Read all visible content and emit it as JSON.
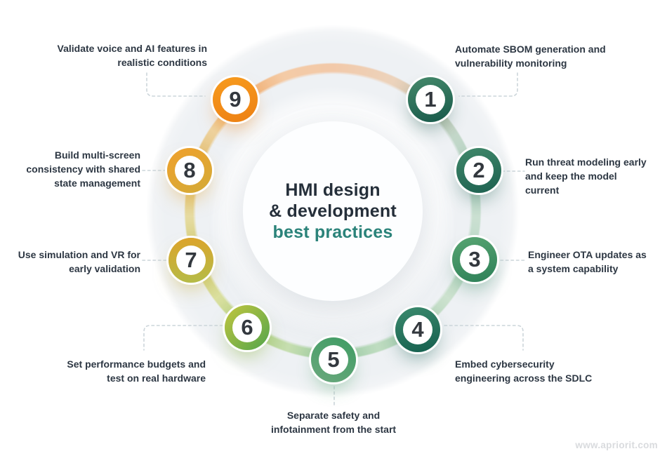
{
  "title": {
    "line1": "HMI design",
    "line2": "& development",
    "line3": "best practices"
  },
  "items": [
    {
      "number": "1",
      "lines": [
        "Automate SBOM generation and",
        "vulnerability monitoring"
      ],
      "ring": {
        "deg": 165,
        "from": "#45896b",
        "to": "#17594a",
        "glow": "rgba(28,92,74,0.45)"
      }
    },
    {
      "number": "2",
      "lines": [
        "Run threat modeling early",
        "and keep the model",
        "current"
      ],
      "ring": {
        "deg": 165,
        "from": "#40886a",
        "to": "#1d6150",
        "glow": "rgba(29,97,80,0.45)"
      }
    },
    {
      "number": "3",
      "lines": [
        "Engineer OTA updates as",
        "a system capability"
      ],
      "ring": {
        "deg": 165,
        "from": "#58a572",
        "to": "#2d8058",
        "glow": "rgba(45,128,88,0.45)"
      }
    },
    {
      "number": "4",
      "lines": [
        "Embed cybersecurity",
        "engineering across the SDLC"
      ],
      "ring": {
        "deg": 165,
        "from": "#3b8a6d",
        "to": "#155f4e",
        "glow": "rgba(21,95,78,0.45)"
      }
    },
    {
      "number": "5",
      "lines": [
        "Separate safety and",
        "infotainment from the start"
      ],
      "ring": {
        "deg": 205,
        "from": "#3f9c63",
        "to": "#6aa87d",
        "glow": "rgba(70,160,100,0.45)"
      }
    },
    {
      "number": "6",
      "lines": [
        "Set performance budgets and",
        "test on real hardware"
      ],
      "ring": {
        "deg": 135,
        "from": "#c2c63e",
        "to": "#53a54c",
        "glow": "rgba(140,180,60,0.5)"
      }
    },
    {
      "number": "7",
      "lines": [
        "Use simulation and VR for",
        "early validation"
      ],
      "ring": {
        "deg": 175,
        "from": "#dda32a",
        "to": "#b4bc48",
        "glow": "rgba(205,175,55,0.5)"
      }
    },
    {
      "number": "8",
      "lines": [
        "Build multi-screen",
        "consistency with shared",
        "state management"
      ],
      "ring": {
        "deg": 150,
        "from": "#f0a02b",
        "to": "#d3ab38",
        "glow": "rgba(228,165,50,0.5)"
      }
    },
    {
      "number": "9",
      "lines": [
        "Validate voice and AI features in",
        "realistic conditions"
      ],
      "ring": {
        "deg": 165,
        "from": "#f79b1e",
        "to": "#ed8013",
        "glow": "rgba(242,137,30,0.5)"
      }
    }
  ],
  "watermark": "www.apriorit.com",
  "colors": {
    "title_dark": "#252f3a",
    "title_accent": "#2b837a",
    "label_text": "#2d3743",
    "number_text": "#33383e",
    "connector": "#ccd5da",
    "outer_circle": "#eef1f4",
    "band_stops": [
      {
        "a": 0,
        "c": "#f2c9a9"
      },
      {
        "a": 25,
        "c": "#ecd3bc"
      },
      {
        "a": 41,
        "c": "#cbc3ae"
      },
      {
        "a": 58,
        "c": "#c4d8ca"
      },
      {
        "a": 74,
        "c": "#b2d2c2"
      },
      {
        "a": 92,
        "c": "#cbe0d2"
      },
      {
        "a": 109,
        "c": "#b8d7c4"
      },
      {
        "a": 127,
        "c": "#cde2cf"
      },
      {
        "a": 144,
        "c": "#aed2b6"
      },
      {
        "a": 162,
        "c": "#bedcc0"
      },
      {
        "a": 180,
        "c": "#97c8a1"
      },
      {
        "a": 198,
        "c": "#c6deb0"
      },
      {
        "a": 216,
        "c": "#abcd7d"
      },
      {
        "a": 233,
        "c": "#dbe0a0"
      },
      {
        "a": 251,
        "c": "#cdc96e"
      },
      {
        "a": 268,
        "c": "#e7dca3"
      },
      {
        "a": 286,
        "c": "#deb660"
      },
      {
        "a": 304,
        "c": "#eed4a2"
      },
      {
        "a": 319,
        "c": "#f0a864"
      },
      {
        "a": 340,
        "c": "#f4cba6"
      },
      {
        "a": 360,
        "c": "#f2c9a9"
      }
    ]
  }
}
